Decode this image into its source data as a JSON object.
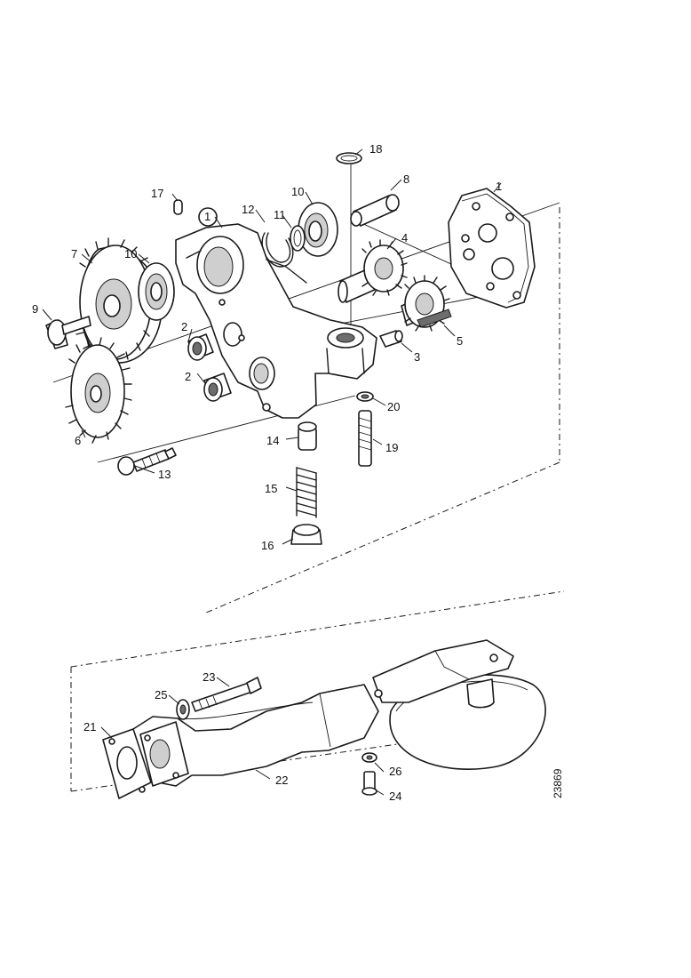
{
  "labels": {
    "l1": "1",
    "l2a": "2",
    "l2b": "2",
    "l3": "3",
    "l4": "4",
    "l5": "5",
    "l6": "6",
    "l7": "7",
    "l8": "8",
    "l9": "9",
    "l10a": "10",
    "l10b": "10",
    "l11": "11",
    "l12": "12",
    "l13": "13",
    "l14": "14",
    "l15": "15",
    "l16": "16",
    "l17": "17",
    "l18": "18",
    "l19": "19",
    "l20": "20",
    "l21": "21",
    "l22": "22",
    "l23": "23",
    "l24": "24",
    "l25": "25",
    "l26": "26"
  },
  "reference_number": "23869"
}
